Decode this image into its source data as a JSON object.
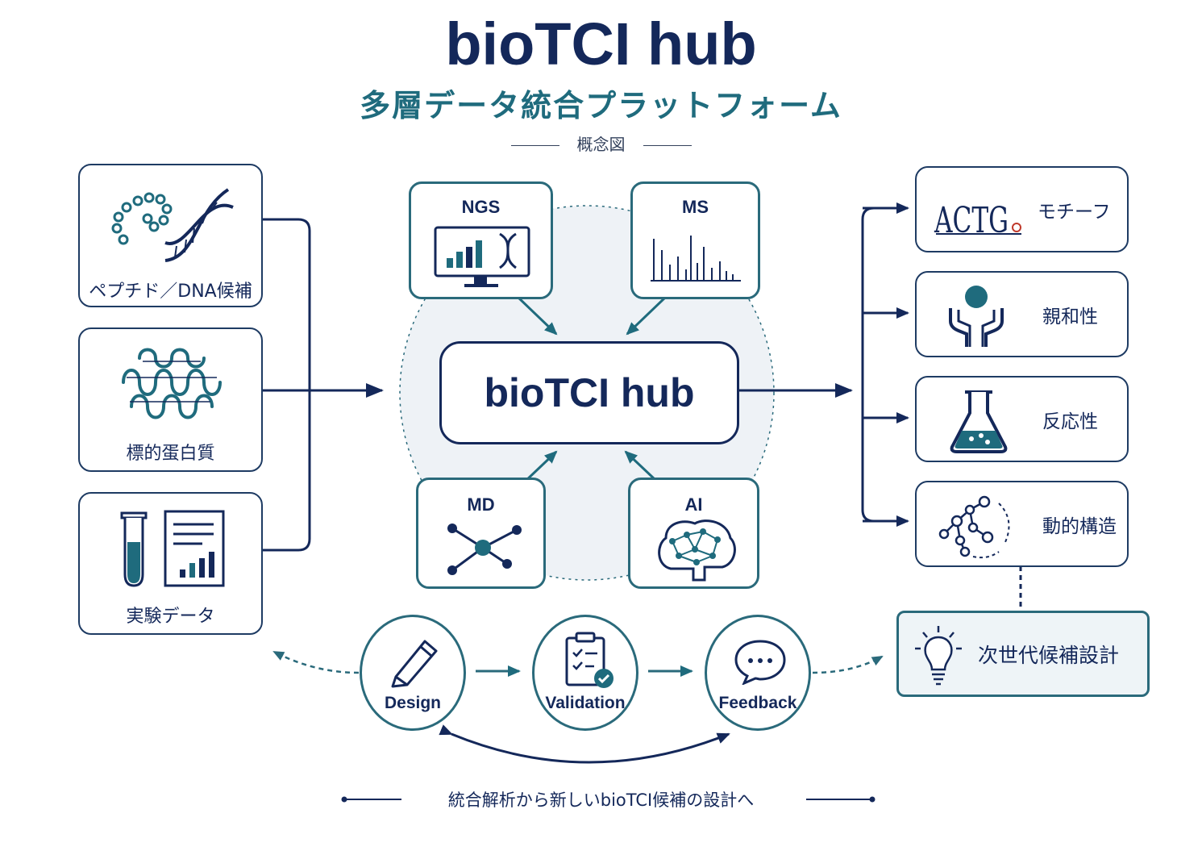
{
  "header": {
    "title": "bioTCI hub",
    "subtitle": "多層データ統合プラットフォーム",
    "caption": "概念図"
  },
  "inputs": [
    {
      "label": "ペプチド／DNA候補",
      "icon": "peptide-dna-icon"
    },
    {
      "label": "標的蛋白質",
      "icon": "protein-icon"
    },
    {
      "label": "実験データ",
      "icon": "test-tube-report-icon"
    }
  ],
  "tech": {
    "ngs": "NGS",
    "ms": "MS",
    "md": "MD",
    "ai": "AI"
  },
  "hub": {
    "label": "bioTCI hub"
  },
  "outputs": [
    {
      "label": "モチーフ",
      "icon": "sequence-logo-icon",
      "logo_text": "ACTG"
    },
    {
      "label": "親和性",
      "icon": "antibody-binding-icon"
    },
    {
      "label": "反応性",
      "icon": "flask-icon"
    },
    {
      "label": "動的構造",
      "icon": "molecule-dynamics-icon"
    }
  ],
  "next": {
    "label": "次世代候補設計",
    "icon": "lightbulb-icon"
  },
  "cycle": [
    {
      "label": "Design",
      "icon": "pencil-icon"
    },
    {
      "label": "Validation",
      "icon": "clipboard-check-icon"
    },
    {
      "label": "Feedback",
      "icon": "speech-bubble-icon"
    }
  ],
  "footer": "統合解析から新しいbioTCI候補の設計へ",
  "colors": {
    "navy": "#14285a",
    "teal": "#2a6a7b",
    "hub_bg": "#eef2f6"
  }
}
